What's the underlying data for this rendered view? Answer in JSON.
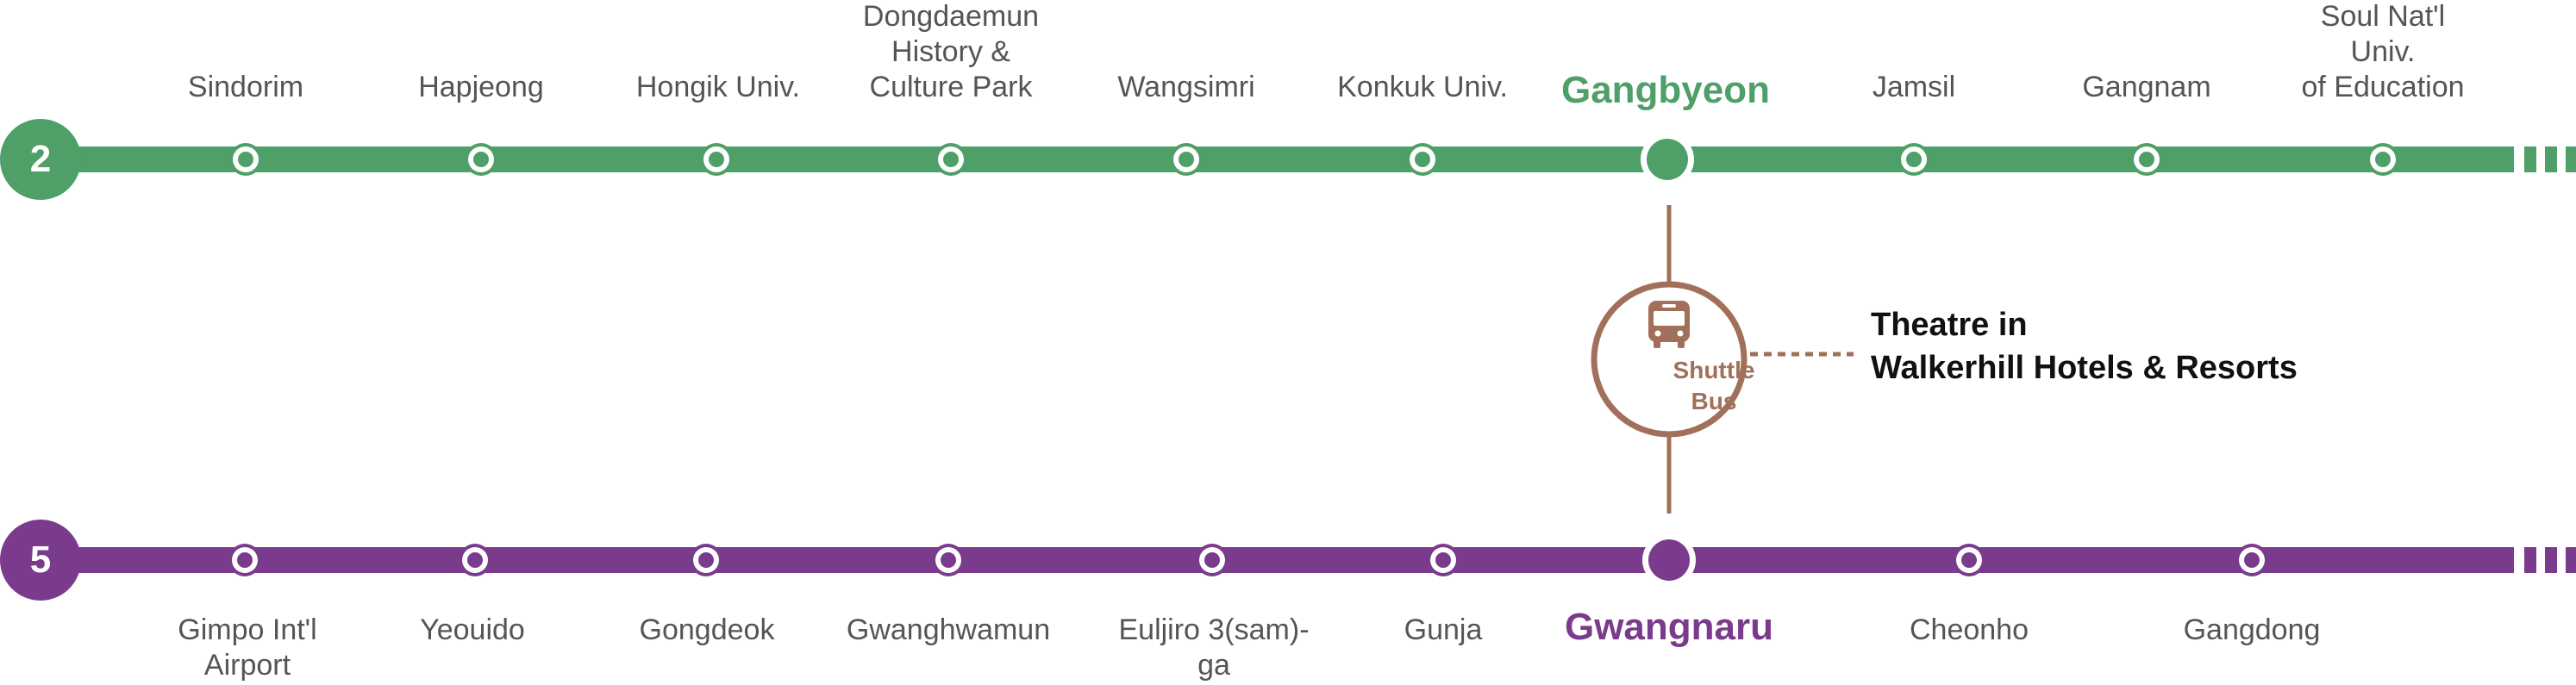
{
  "lines": [
    {
      "number": "2",
      "color": "#4f9f68",
      "transfer_station": "Gangbyeon",
      "stations": [
        "Sindorim",
        "Hapjeong",
        "Hongik Univ.",
        "Dongdaemun\nHistory &\nCulture Park",
        "Wangsimri",
        "Konkuk Univ.",
        "Jamsil",
        "Gangnam",
        "Soul Nat'l Univ.\nof Education"
      ]
    },
    {
      "number": "5",
      "color": "#7a3b8c",
      "transfer_station": "Gwangnaru",
      "stations": [
        "Gimpo Int'l\nAirport",
        "Yeouido",
        "Gongdeok",
        "Gwanghwamun",
        "Euljiro 3(sam)-\nga",
        "Gunja",
        "Cheonho",
        "Gangdong"
      ]
    }
  ],
  "shuttle": {
    "label": "Shuttle\nBus",
    "icon": "bus-icon",
    "color": "#a0705a"
  },
  "destination": "Theatre in\nWalkerhill Hotels & Resorts"
}
